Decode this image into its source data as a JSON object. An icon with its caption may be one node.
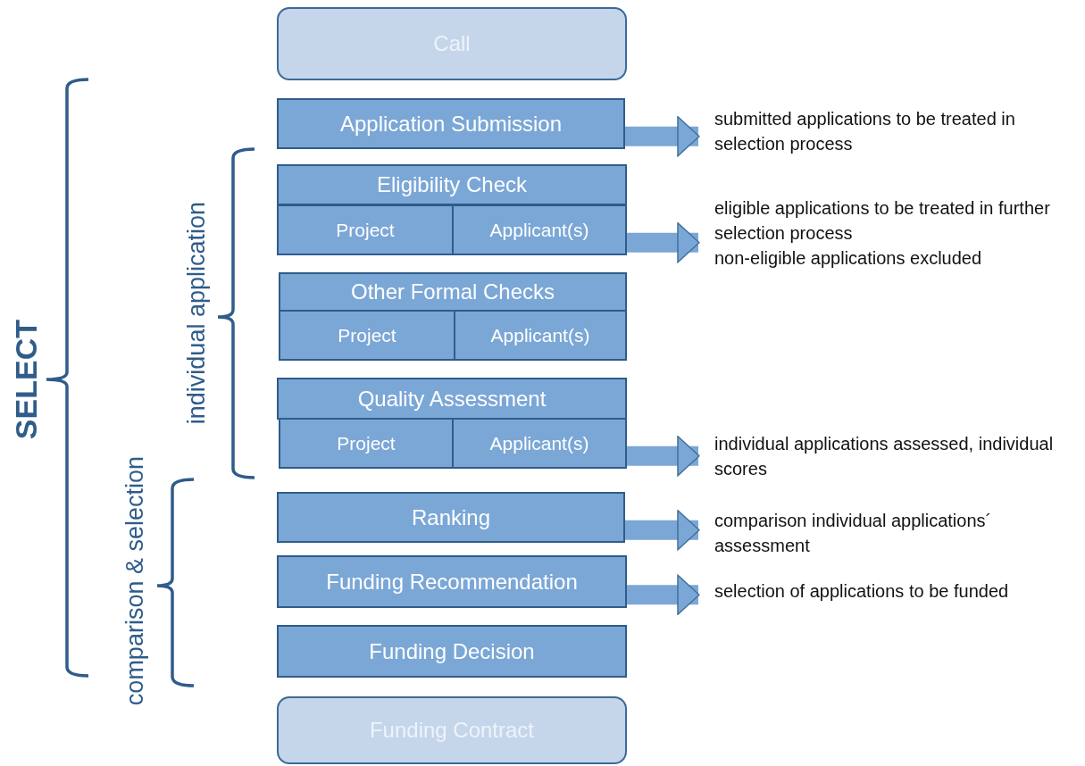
{
  "diagram": {
    "nodes": [
      {
        "text": [
          "Call"
        ]
      },
      {
        "text": [
          "Application Submission"
        ]
      },
      {
        "text": [
          "submitted applications to be treated in selection process"
        ]
      },
      {
        "text": [
          "Eligibility Check"
        ]
      },
      {
        "text": [
          "Project"
        ]
      },
      {
        "text": [
          "Applicant(s)"
        ]
      },
      {
        "text": [
          "eligible applications to be treated in further selection process",
          "non-eligible applications excluded"
        ]
      },
      {
        "text": [
          "Other Formal Checks"
        ]
      },
      {
        "text": [
          "Project"
        ]
      },
      {
        "text": [
          "Applicant(s)"
        ]
      },
      {
        "text": [
          "Quality Assessment"
        ]
      },
      {
        "text": [
          "Project"
        ]
      },
      {
        "text": [
          "Applicant(s)"
        ]
      },
      {
        "text": [
          "individual applications assessed, individual scores"
        ]
      },
      {
        "text": [
          "Ranking"
        ]
      },
      {
        "text": [
          "comparison individual applications´ assessment"
        ]
      },
      {
        "text": [
          "Funding Recommendation"
        ]
      },
      {
        "text": [
          "selection of applications to be funded"
        ]
      },
      {
        "text": [
          "Funding Decision"
        ]
      },
      {
        "text": [
          "Funding Contract"
        ]
      }
    ],
    "edges": [
      {
        "from": 1,
        "to": 2,
        "arrow": "to"
      },
      {
        "from": 5,
        "to": 6,
        "arrow": "to"
      },
      {
        "from": 12,
        "to": 13,
        "arrow": "to"
      },
      {
        "from": 14,
        "to": 15,
        "arrow": "to"
      },
      {
        "from": 16,
        "to": 17,
        "arrow": "to"
      }
    ],
    "labels": [
      "SELECT",
      "individual application",
      "comparison & selection"
    ]
  }
}
